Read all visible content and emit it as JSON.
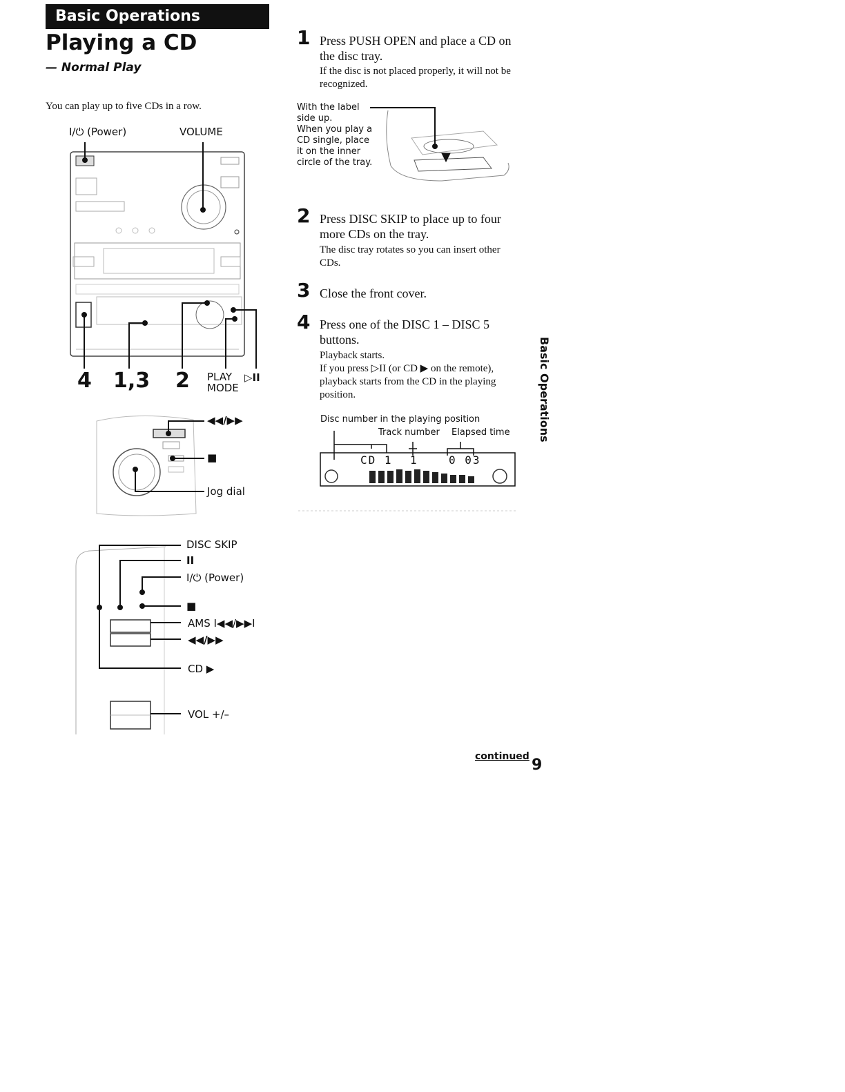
{
  "header": {
    "section_label": "Basic Operations",
    "title": "Playing a CD",
    "subtitle": "— Normal Play"
  },
  "intro": "You can play up to five CDs in a row.",
  "main_unit_labels": {
    "power": "I/⏻ (Power)",
    "volume": "VOLUME",
    "callout_4": "4",
    "callout_13": "1,3",
    "callout_2": "2",
    "play_mode": "PLAY MODE",
    "play_pause": "▷II"
  },
  "jog_labels": {
    "search": "◀◀/▶▶",
    "stop": "■",
    "jog_dial": "Jog dial"
  },
  "remote_labels": {
    "disc_skip": "DISC SKIP",
    "pause": "II",
    "power": "I/⏻ (Power)",
    "stop": "■",
    "ams": "AMS I◀◀/▶▶I",
    "search": "◀◀/▶▶",
    "cd_play": "CD ▶",
    "vol": "VOL +/–"
  },
  "steps": [
    {
      "number": "1",
      "title": "Press PUSH OPEN and place a CD on the disc tray.",
      "note": "If the disc is not placed properly, it will not be recognized."
    },
    {
      "number": "2",
      "title": "Press DISC SKIP to place up to four more CDs on the tray.",
      "note": "The disc tray rotates so you can insert other CDs."
    },
    {
      "number": "3",
      "title": "Close the front cover.",
      "note": ""
    },
    {
      "number": "4",
      "title": "Press one of the DISC 1 – DISC 5 buttons.",
      "note": "Playback starts.\nIf you press ▷II (or CD ▶ on the remote), playback starts from the CD in the playing position."
    }
  ],
  "tray_caption": "With the label side up.\nWhen you play a CD single, place it on the inner circle of the tray.",
  "display": {
    "disc_label": "Disc number in the playing position",
    "track_label": "Track number",
    "time_label": "Elapsed time",
    "readout_disc": "CD 1",
    "readout_track": "1",
    "readout_time": "0 03"
  },
  "side_tab": "Basic Operations",
  "footer": {
    "continued": "continued",
    "page_number": "9"
  }
}
